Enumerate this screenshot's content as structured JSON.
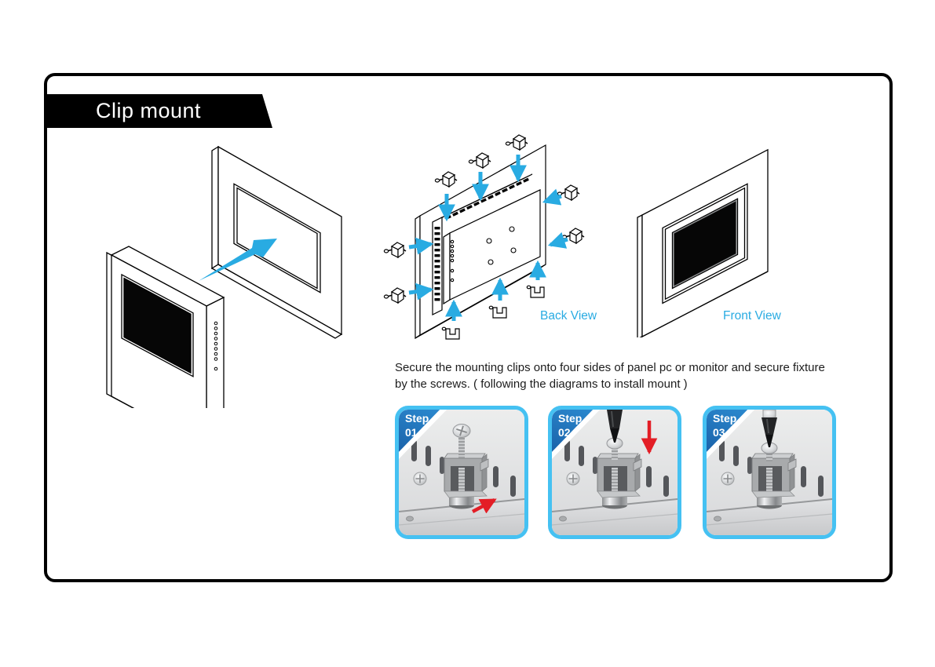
{
  "banner": {
    "title": "Clip mount"
  },
  "figures": {
    "back_view_label": "Back View",
    "front_view_label": "Front View"
  },
  "instructions": {
    "line1": "Secure the mounting clips onto four sides of panel pc or monitor and secure fixture",
    "line2": "by the screws. ( following the diagrams to install mount )"
  },
  "steps": [
    {
      "label": "Step",
      "number": "01."
    },
    {
      "label": "Step",
      "number": "02."
    },
    {
      "label": "Step",
      "number": "03."
    }
  ],
  "colors": {
    "accent_blue": "#29ABE2",
    "card_border_blue": "#45C1F2",
    "badge_blue": "#1B75BC",
    "arrow_red": "#E31E26",
    "line_art": "#000000"
  }
}
